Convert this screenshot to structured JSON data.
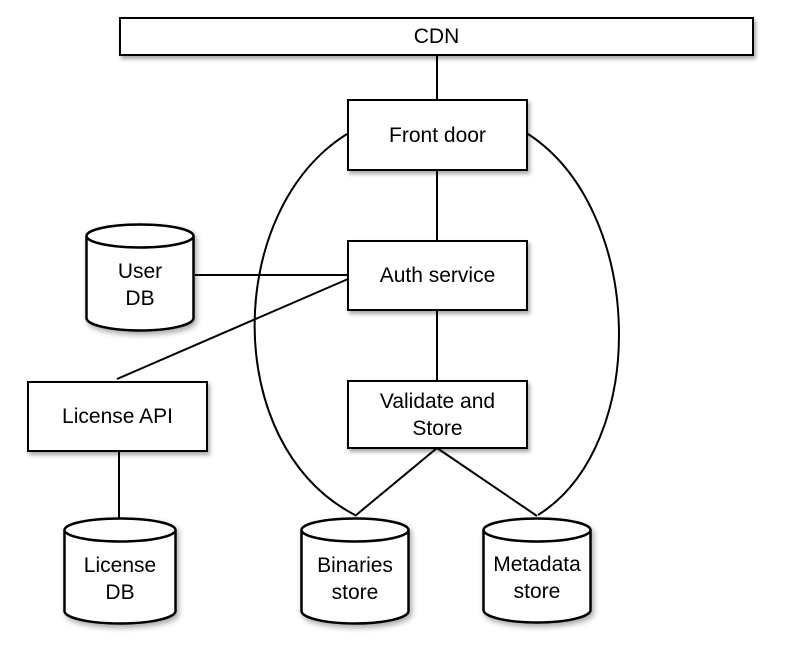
{
  "diagram": {
    "nodes": {
      "cdn": {
        "shape": "box",
        "label": "CDN"
      },
      "front_door": {
        "shape": "box",
        "label": "Front door"
      },
      "auth_service": {
        "shape": "box",
        "label": "Auth service"
      },
      "validate_store": {
        "shape": "box",
        "line1": "Validate and",
        "line2": "Store"
      },
      "user_db": {
        "shape": "cylinder",
        "line1": "User",
        "line2": "DB"
      },
      "license_api": {
        "shape": "box",
        "label": "License API"
      },
      "license_db": {
        "shape": "cylinder",
        "line1": "License",
        "line2": "DB"
      },
      "binaries_store": {
        "shape": "cylinder",
        "line1": "Binaries",
        "line2": "store"
      },
      "metadata_store": {
        "shape": "cylinder",
        "line1": "Metadata",
        "line2": "store"
      }
    },
    "edges": [
      {
        "from": "CDN",
        "to": "Front door",
        "style": "straight"
      },
      {
        "from": "Front door",
        "to": "Auth service",
        "style": "straight"
      },
      {
        "from": "Auth service",
        "to": "Validate and Store",
        "style": "straight"
      },
      {
        "from": "User DB",
        "to": "Auth service",
        "style": "straight"
      },
      {
        "from": "License API",
        "to": "Auth service",
        "style": "straight"
      },
      {
        "from": "License API",
        "to": "License DB",
        "style": "straight"
      },
      {
        "from": "Validate and Store",
        "to": "Binaries store",
        "style": "straight"
      },
      {
        "from": "Validate and Store",
        "to": "Metadata store",
        "style": "straight"
      },
      {
        "from": "Front door",
        "to": "Binaries store",
        "style": "curve-left"
      },
      {
        "from": "Front door",
        "to": "Metadata store",
        "style": "curve-right"
      }
    ],
    "colors": {
      "stroke": "#000000",
      "fill": "#ffffff",
      "text": "#000000",
      "background": "#ffffff"
    }
  }
}
